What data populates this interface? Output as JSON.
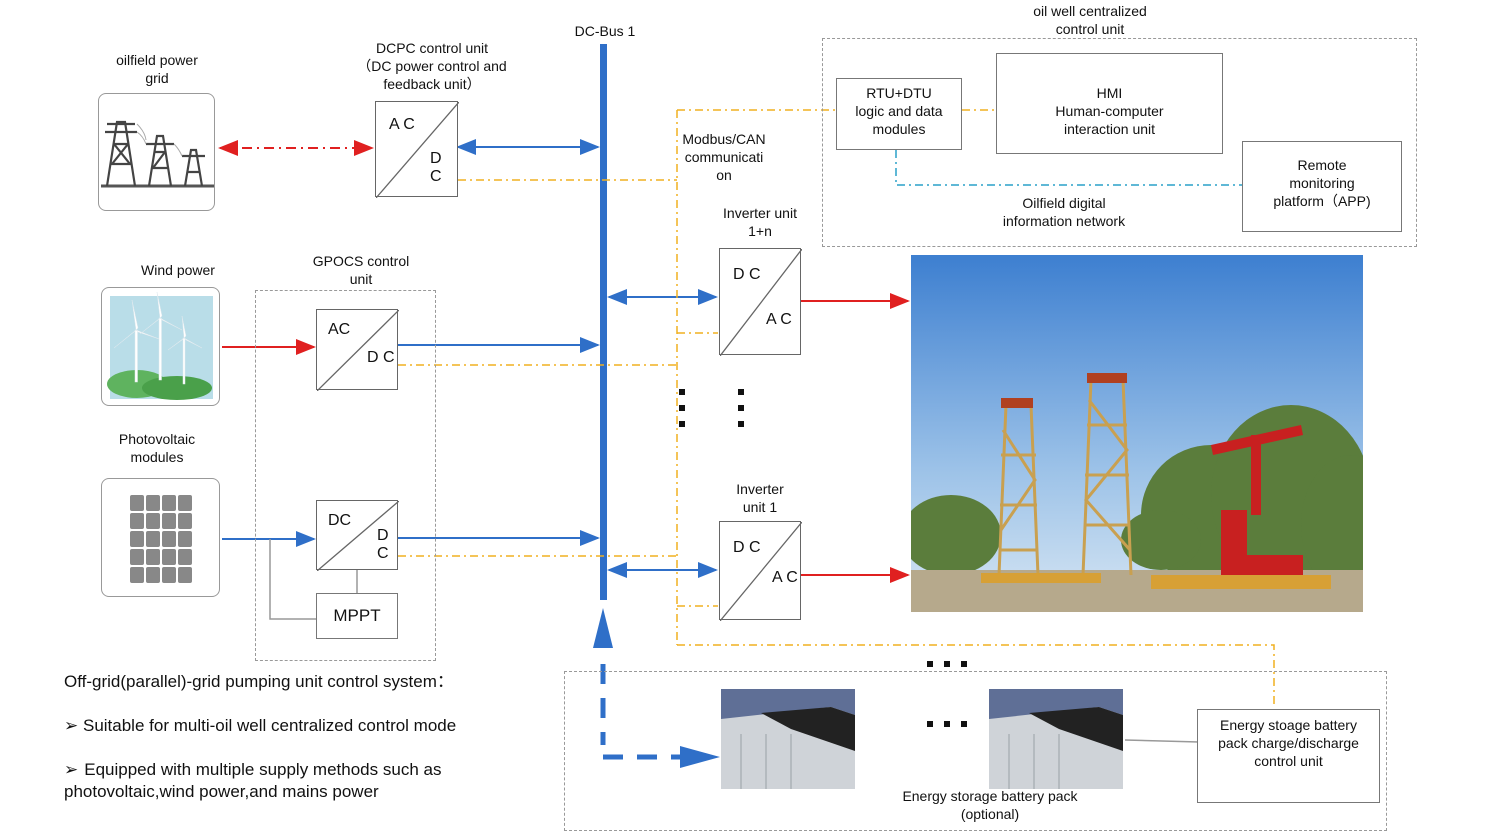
{
  "sources": {
    "grid": "oilfield power\ngrid",
    "wind": "Wind power",
    "pv": "Photovoltaic\nmodules"
  },
  "dcpc": {
    "title": "DCPC control unit\n（DC power control and\nfeedback unit）",
    "in_top": "A\nC",
    "out_bottom": "D\nC"
  },
  "gpocs": {
    "title": "GPOCS control\nunit",
    "wind_conv_top": "AC",
    "wind_conv_bottom": "D\nC",
    "pv_conv_top": "DC",
    "pv_conv_bottom": "D\nC",
    "mppt": "MPPT"
  },
  "bus": {
    "label": "DC-Bus 1"
  },
  "comm": {
    "label": "Modbus/CAN\ncommunicati\non"
  },
  "inverters": [
    {
      "title": "Inverter unit\n1+n",
      "top": "D\nC",
      "bottom": "A\nC"
    },
    {
      "title": "Inverter\nunit 1",
      "top": "D\nC",
      "bottom": "A\nC"
    }
  ],
  "control_center": {
    "title": "oil well centralized\ncontrol unit",
    "rtu": "RTU+DTU\nlogic and data\nmodules",
    "hmi": "HMI\nHuman-computer\ninteraction unit",
    "remote": "Remote\nmonitoring\nplatform（APP)",
    "network": "Oilfield digital\ninformation network"
  },
  "storage": {
    "ctrl": "Energy stoage battery\npack charge/discharge\ncontrol unit",
    "pack_label": "Energy storage battery pack\n(optional)"
  },
  "summary": {
    "title": "Off-grid(parallel)-grid pumping unit control system：",
    "bullets": [
      "Suitable for multi-oil well centralized control mode",
      "Equipped with multiple supply methods such as\nphotovoltaic,wind power,and mains power"
    ],
    "bullet_glyph": "➢"
  },
  "colors": {
    "power": "#e02020",
    "bus": "#2f6fc8",
    "signal": "#f0b020",
    "network": "#2aa0c8"
  }
}
